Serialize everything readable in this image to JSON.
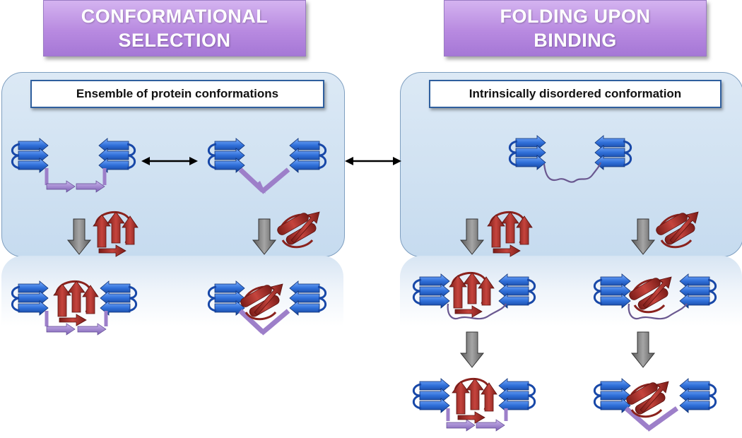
{
  "headers": {
    "left": "CONFORMATIONAL\nSELECTION",
    "right": "FOLDING UPON\nBINDING"
  },
  "panels": {
    "left_label": "Ensemble of protein conformations",
    "right_label": "Intrinsically disordered conformation"
  },
  "colors": {
    "banner": "#b88ae0",
    "panel": "#c6dbef",
    "blue_domain": "#2f6fd8",
    "red_ligand": "#a8302c",
    "linker": "#9d7fc9",
    "down_arrow": "#7a7a7a"
  }
}
